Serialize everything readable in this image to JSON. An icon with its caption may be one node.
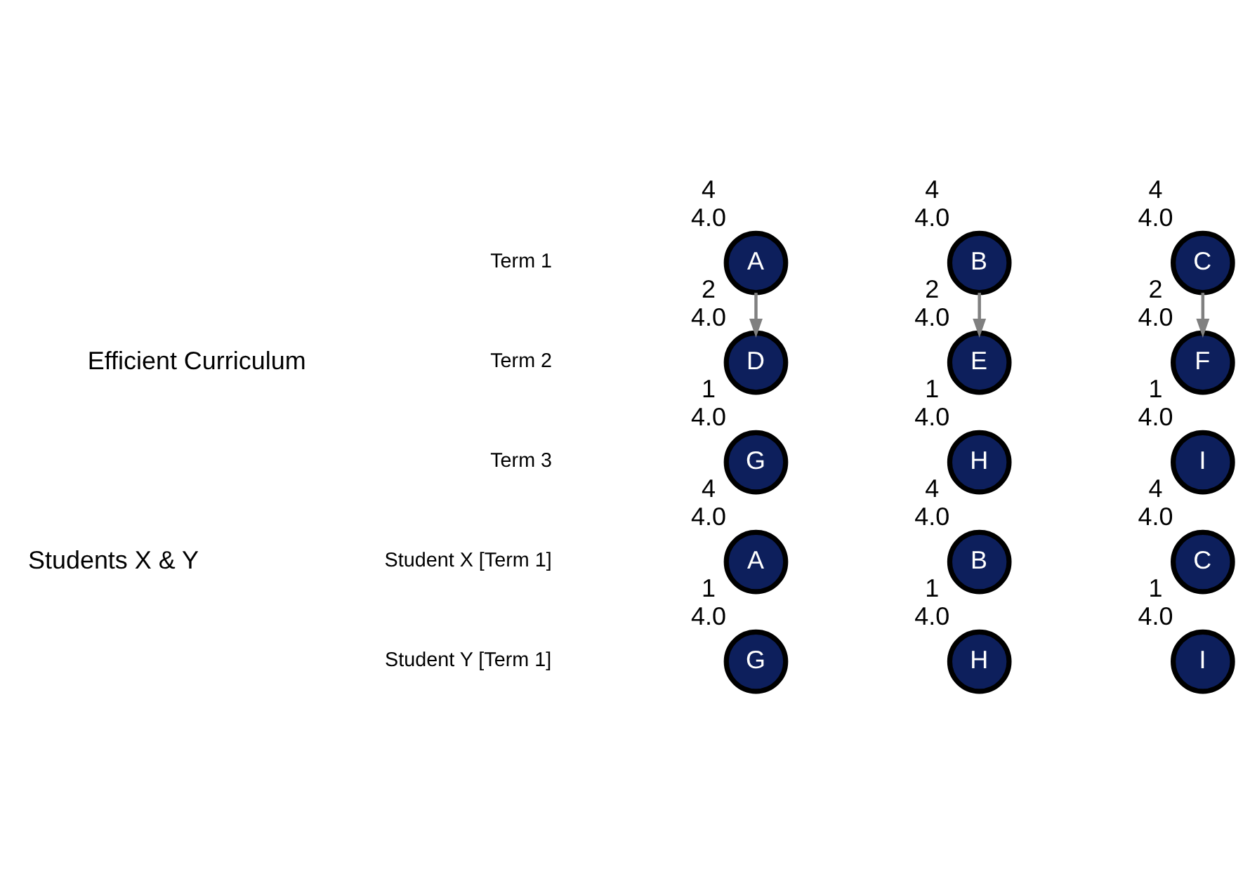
{
  "diagram": {
    "nodes": [
      {
        "text": [
          "A"
        ],
        "beside": [
          "4",
          "4.0"
        ]
      },
      {
        "text": [
          "B"
        ],
        "beside": [
          "4",
          "4.0"
        ]
      },
      {
        "text": [
          "C"
        ],
        "beside": [
          "4",
          "4.0"
        ]
      },
      {
        "text": [
          "D"
        ],
        "beside": [
          "2",
          "4.0"
        ]
      },
      {
        "text": [
          "E"
        ],
        "beside": [
          "2",
          "4.0"
        ]
      },
      {
        "text": [
          "F"
        ],
        "beside": [
          "2",
          "4.0"
        ]
      },
      {
        "text": [
          "G"
        ],
        "beside": [
          "1",
          "4.0"
        ]
      },
      {
        "text": [
          "H"
        ],
        "beside": [
          "1",
          "4.0"
        ]
      },
      {
        "text": [
          "I"
        ],
        "beside": [
          "1",
          "4.0"
        ]
      },
      {
        "text": [
          "A"
        ],
        "beside": [
          "4",
          "4.0"
        ]
      },
      {
        "text": [
          "B"
        ],
        "beside": [
          "4",
          "4.0"
        ]
      },
      {
        "text": [
          "C"
        ],
        "beside": [
          "4",
          "4.0"
        ]
      },
      {
        "text": [
          "G"
        ],
        "beside": [
          "1",
          "4.0"
        ]
      },
      {
        "text": [
          "H"
        ],
        "beside": [
          "1",
          "4.0"
        ]
      },
      {
        "text": [
          "I"
        ],
        "beside": [
          "1",
          "4.0"
        ]
      }
    ],
    "edges": [
      {
        "from": 0,
        "to": 3,
        "arrow": "to"
      },
      {
        "from": 1,
        "to": 4,
        "arrow": "to"
      },
      {
        "from": 2,
        "to": 5,
        "arrow": "to"
      }
    ],
    "labels": [
      "Efficient Curriculum",
      "Term 1",
      "Term 2",
      "Term 3",
      "Students X & Y",
      "Student X [Term 1]",
      "Student Y [Term 1]"
    ]
  }
}
